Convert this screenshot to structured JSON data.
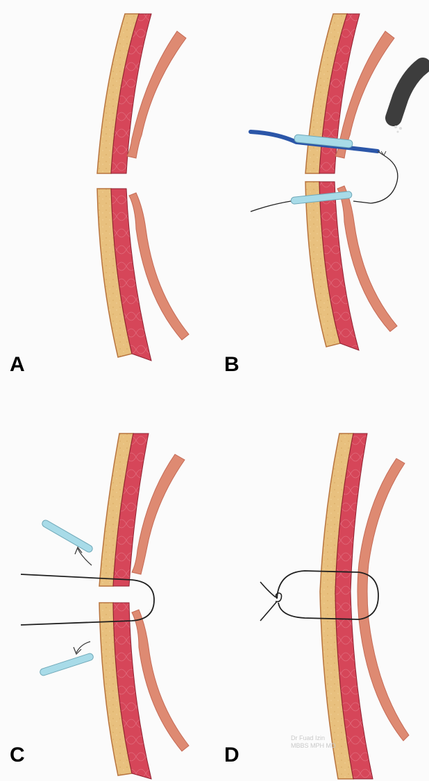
{
  "panels": [
    {
      "letter": "A",
      "stage": "defect"
    },
    {
      "letter": "B",
      "stage": "needle-and-suture-passed"
    },
    {
      "letter": "C",
      "stage": "loop-around-defect"
    },
    {
      "letter": "D",
      "stage": "knot-tied"
    }
  ],
  "watermark": {
    "line1": "Dr Fuad Izin",
    "line2": "MBBS MPH MD"
  },
  "colors": {
    "fat_layer": "#e8c07e",
    "muscle_layer": "#d64659",
    "outer_layer": "#de8a72",
    "needle": "#a8dbe8",
    "suture": "#222222",
    "probe": "#2b56a8",
    "scope": "#3d3d3d"
  }
}
